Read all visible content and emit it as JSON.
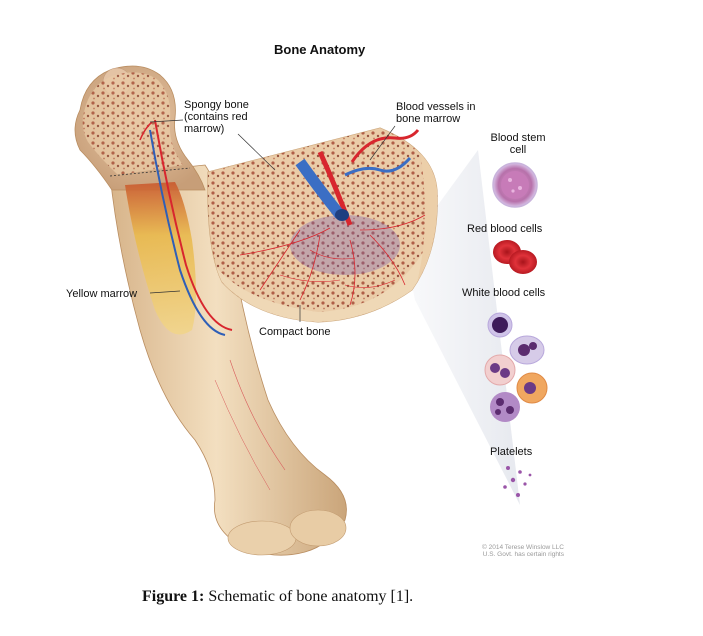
{
  "title": "Bone Anatomy",
  "labels": {
    "spongy_bone": [
      "Spongy bone",
      "(contains red",
      "marrow)"
    ],
    "blood_vessels": [
      "Blood vessels in",
      "bone marrow"
    ],
    "yellow_marrow": "Yellow marrow",
    "compact_bone": "Compact bone",
    "blood_stem_cell": [
      "Blood stem",
      "cell"
    ],
    "red_blood_cells": "Red blood cells",
    "white_blood_cells": "White blood cells",
    "platelets": "Platelets"
  },
  "credit": [
    "© 2014 Terese Winslow LLC",
    "U.S. Govt. has certain rights"
  ],
  "caption": {
    "label": "Figure 1:",
    "text": "Schematic of bone anatomy [1]."
  },
  "colors": {
    "bone": "#ecd3ad",
    "bone_dark": "#c9a377",
    "spongy": "#a54a34",
    "artery": "#d8262e",
    "vein": "#2f5fb7",
    "yellow_marrow": "#e6b94a",
    "stem_cell": "#c98bc2",
    "red_cell": "#d7252b",
    "white_cell": "#5b2c6f",
    "platelet": "#9a55a8"
  }
}
